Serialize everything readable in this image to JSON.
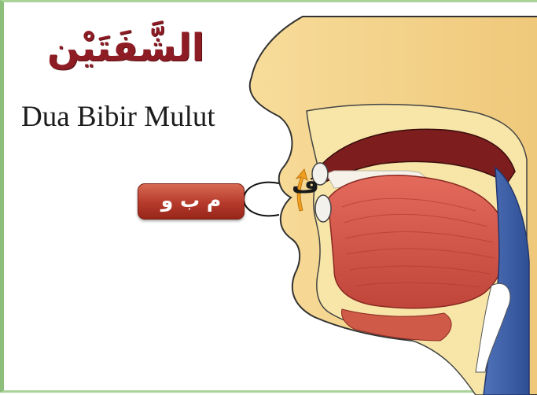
{
  "title_arabic": "الشَّفَتَيْن",
  "title_latin": "Dua Bibir Mulut",
  "letters_label": "م ب و",
  "highlight_letter": "ف",
  "colors": {
    "title_red": "#8e1c24",
    "pill_red": "#b63a2c",
    "skin": "#f4d590",
    "tongue": "#d95c4f",
    "airway_blue": "#3d5ea8",
    "arrow_orange": "#f0a020"
  }
}
